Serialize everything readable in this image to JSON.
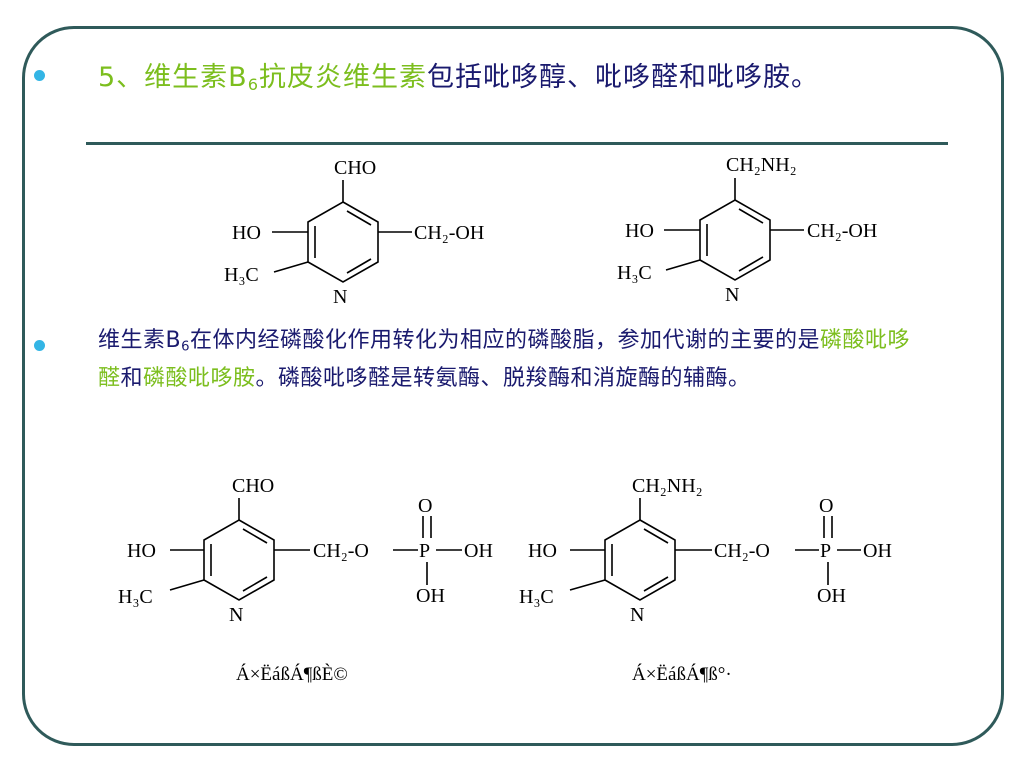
{
  "slide": {
    "heading": {
      "part1": "5、维生素B",
      "sub": "6",
      "part2": "抗皮炎维生素",
      "part3": "包括吡哆醇、吡哆醛和吡哆胺。"
    },
    "para": {
      "t1": "维生素B",
      "sub": "6",
      "t2": "在体内经磷酸化作用转化为相应的磷酸脂，参加代谢的主要的是",
      "hl1": "磷酸吡哆醛",
      "t3": "和",
      "hl2": "磷酸吡哆胺",
      "t4": "。磷酸吡哆醛是转氨酶、脱羧酶和消旋酶的辅酶。"
    },
    "labels": {
      "cho": "CHO",
      "ch2nh2": "CH₂NH₂",
      "ho": "HO",
      "h3c": "H₃C",
      "n": "N",
      "ch2oh": "CH₂-OH",
      "ch2o": "CH₂-O",
      "p": "P",
      "o": "O",
      "oh": "OH"
    },
    "captions": {
      "left": "Á×ËáßÁ¶ßÈ©",
      "right": "Á×ËáßÁ¶ß°·"
    },
    "colors": {
      "accent": "#7cbe1e",
      "text": "#1a1a6e",
      "bullet": "#33b5e5",
      "frame": "#2f5a5a"
    }
  }
}
